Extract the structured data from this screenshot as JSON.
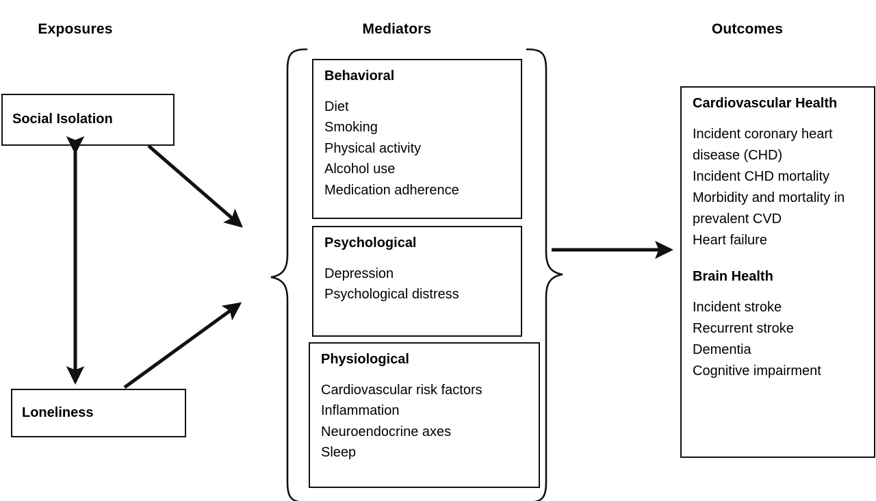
{
  "headers": {
    "exposures": "Exposures",
    "mediators": "Mediators",
    "outcomes": "Outcomes"
  },
  "exposures": [
    {
      "id": "social-isolation",
      "label": "Social Isolation"
    },
    {
      "id": "loneliness",
      "label": "Loneliness"
    }
  ],
  "mediators": [
    {
      "id": "behavioral",
      "title": "Behavioral",
      "items": [
        "Diet",
        "Smoking",
        "Physical activity",
        "Alcohol use",
        "Medication adherence"
      ]
    },
    {
      "id": "psychological",
      "title": "Psychological",
      "items": [
        "Depression",
        "Psychological distress"
      ]
    },
    {
      "id": "physiological",
      "title": "Physiological",
      "items": [
        "Cardiovascular risk factors",
        "Inflammation",
        "Neuroendocrine axes",
        "Sleep"
      ]
    }
  ],
  "outcomes": [
    {
      "id": "cardiovascular-health",
      "title": "Cardiovascular Health",
      "items": [
        "Incident coronary heart disease (CHD)",
        "Incident CHD mortality",
        "Morbidity and mortality in prevalent CVD",
        "Heart failure"
      ]
    },
    {
      "id": "brain-health",
      "title": "Brain Health",
      "items": [
        "Incident stroke",
        "Recurrent stroke",
        "Dementia",
        "Cognitive impairment"
      ]
    }
  ],
  "connectors": [
    {
      "id": "social-isolation-to-loneliness",
      "kind": "double-headed-vertical-arrow"
    },
    {
      "id": "social-isolation-to-mediators",
      "kind": "diagonal-arrow-down-right"
    },
    {
      "id": "loneliness-to-mediators",
      "kind": "diagonal-arrow-up-right"
    },
    {
      "id": "mediators-to-outcomes",
      "kind": "horizontal-arrow-right"
    },
    {
      "id": "mediators-left-brace",
      "kind": "curly-brace-left"
    },
    {
      "id": "mediators-right-brace",
      "kind": "curly-brace-right"
    }
  ],
  "colors": {
    "stroke": "#111111",
    "background": "#ffffff",
    "text": "#000000"
  }
}
